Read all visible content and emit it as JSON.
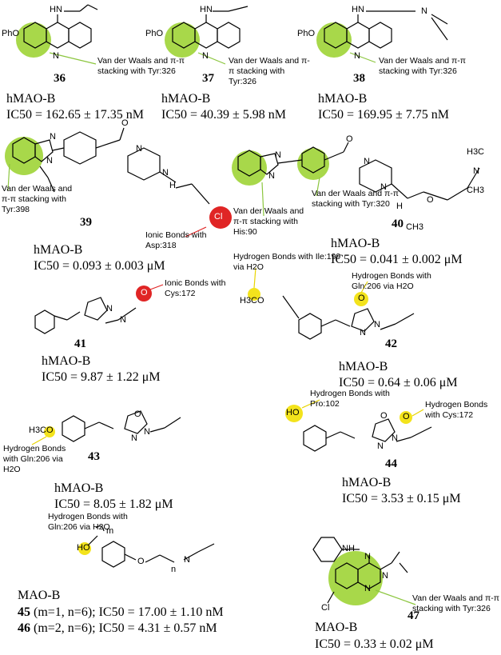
{
  "compounds": [
    {
      "id": "36",
      "enzyme": "hMAO-B",
      "ic50": "IC50 = 162.65 ± 17.35 nM",
      "note": "Van der Waals and π-π stacking with Tyr:326"
    },
    {
      "id": "37",
      "enzyme": "hMAO-B",
      "ic50": "IC50 = 40.39 ± 5.98 nM",
      "note": "Van der Waals and π-π stacking with Tyr:326"
    },
    {
      "id": "38",
      "enzyme": "hMAO-B",
      "ic50": "IC50 = 169.95 ± 7.75 nM",
      "note": "Van der Waals and π-π stacking with Tyr:326"
    },
    {
      "id": "39",
      "enzyme": "hMAO-B",
      "ic50": "IC50 = 0.093 ± 0.003 μM",
      "note": "Van der Waals and π-π stacking with Tyr:398",
      "note2": "Ionic Bonds with Asp:318"
    },
    {
      "id": "40",
      "enzyme": "hMAO-B",
      "ic50": "IC50 = 0.041 ± 0.002 μM",
      "note": "Van der Waals and π-π stacking with His:90",
      "note2": "Van der Waals and π-π stacking with Tyr:320"
    },
    {
      "id": "41",
      "enzyme": "hMAO-B",
      "ic50": "IC50 = 9.87 ± 1.22 μM",
      "note": "Ionic Bonds with Cys:172"
    },
    {
      "id": "42",
      "enzyme": "hMAO-B",
      "ic50": "IC50 = 0.64 ± 0.06 μM",
      "note": "Hydrogen Bonds with Ile:199 via H2O",
      "note2": "Hydrogen Bonds with Gln:206 via H2O"
    },
    {
      "id": "43",
      "enzyme": "hMAO-B",
      "ic50": "IC50 = 8.05 ± 1.82 μM",
      "note": "Hydrogen Bonds with Gln:206 via H2O"
    },
    {
      "id": "44",
      "enzyme": "hMAO-B",
      "ic50": "IC50 = 3.53 ± 0.15 μM",
      "note": "Hydrogen Bonds with Pro:102",
      "note2": "Hydrogen Bonds with Cys:172"
    },
    {
      "id": "47",
      "enzyme": "MAO-B",
      "ic50": "IC50 = 0.33 ± 0.02 μM",
      "note": "Van der Waals and π-π stacking with Tyr:326"
    }
  ],
  "group4546": {
    "enzyme": "MAO-B",
    "note": "Hydrogen Bonds with Gln:206 via H2O",
    "line45_id": "45",
    "line45": "(m=1, n=6); IC50 = 17.00 ± 1.10 nM",
    "line46_id": "46",
    "line46": "(m=2, n=6); IC50 = 4.31 ± 0.57 nM"
  },
  "atoms": {
    "pho": "PhO",
    "hn": "HN",
    "n": "N",
    "o": "O",
    "cl": "Cl",
    "nh": "NH",
    "ho": "HO",
    "h3co": "H3CO",
    "m": "m",
    "n_sub": "n",
    "ch3": "CH3",
    "h3c": "H3C",
    "h": "H"
  },
  "colors": {
    "vdw_green": "#a8d84a",
    "ionic_red": "#e02525",
    "hbond_yellow": "#f3e31c"
  }
}
